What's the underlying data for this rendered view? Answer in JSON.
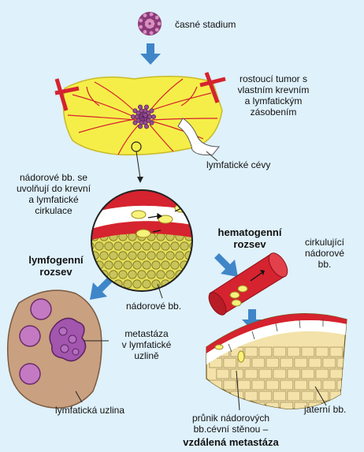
{
  "labels": {
    "early_stage": "časné stadium",
    "growing_tumor": "rostoucí tumor s\nvlastním krevním\na lymfatickým\nzásobením",
    "lymph_vessels": "lymfatické cévy",
    "cells_released": "nádorové bb. se\nuvolňují do krevní\na lymfatické\ncirkulace",
    "hematogenous_spread": "hematogenní\nrozsev",
    "circulating_cells": "cirkulující\nnádorové\nbb.",
    "lymphogenous_spread": "lymfogenní\nrozsev",
    "tumor_cells": "nádorové bb.",
    "lymph_metastasis": "metastáza\nv lymfatické\nuzlině",
    "lymph_node": "lymfatická uzlina",
    "liver_cells": "jaterní bb.",
    "penetration": "průnik nádorových\nbb.cévní stěnou –",
    "distant_metastasis": "vzdálená metastáza"
  },
  "colors": {
    "background": "#dff1fb",
    "arrow": "#3f86c8",
    "tumor_yellow": "#f5ee48",
    "vessel_red": "#d5232f",
    "cell_fill": "#c9c45a",
    "metastasis_purple": "#b05ab8",
    "node_brown": "#c9a080",
    "liver_tan": "#f3e2a9"
  }
}
